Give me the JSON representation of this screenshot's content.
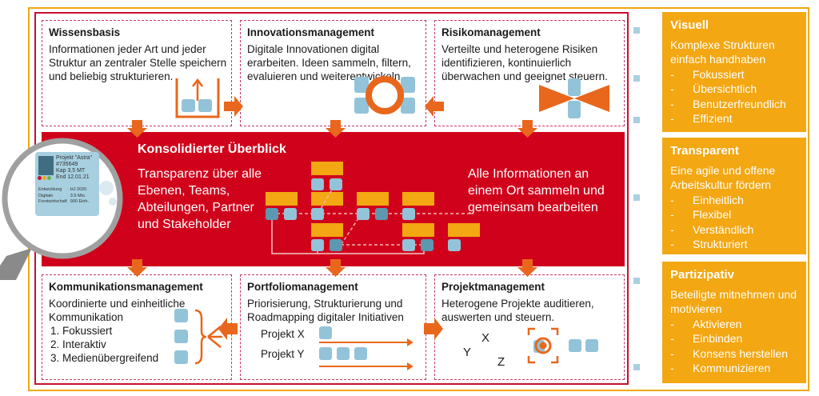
{
  "boxes": {
    "wissensbasis": {
      "title": "Wissensbasis",
      "text": "Informationen jeder Art und jeder Struktur an zentraler Stelle speichern und beliebig strukturieren."
    },
    "innovation": {
      "title": "Innovationsmanagement",
      "text": "Digitale Innovationen digital erarbeiten. Ideen sammeln, filtern, evaluieren und weiterentwickeln."
    },
    "risiko": {
      "title": "Risikomanagement",
      "text": "Verteilte und heterogene Risiken identifizieren, kontinuierlich überwachen und geeignet steuern."
    },
    "kommunikation": {
      "title": "Kommunikationsmanagement",
      "text": "Koordinierte und einheitliche Kommunikation",
      "items": [
        "1. Fokussiert",
        "2. Interaktiv",
        "3. Medienübergreifend"
      ]
    },
    "portfolio": {
      "title": "Portfoliomanagement",
      "text": "Priorisierung, Strukturierung und Roadmapping digitaler Initiativen",
      "project_x": "Projekt X",
      "project_y": "Projekt Y"
    },
    "projekt": {
      "title": "Projektmanagement",
      "text": "Heterogene Projekte auditieren, auswerten und steuern.",
      "x": "X",
      "y": "Y",
      "z": "Z"
    }
  },
  "band": {
    "title": "Konsolidierter Überblick",
    "left_text": "Transparenz über alle Ebenen, Teams, Abteilungen, Partner und Stakeholder",
    "right_text": "Alle Informationen an einem Ort sammeln und gemeinsam bearbeiten"
  },
  "card": {
    "name": "Projekt \"Astra\"",
    "id": "#735649",
    "kap": "Kap 3,5 MT",
    "end": "End 12.01.21",
    "rows": [
      [
        "Entwicklung",
        "HJ 2020"
      ],
      [
        "Digitale",
        "3.5 Mio."
      ],
      [
        "Forstwirtschaft",
        "900 Einh."
      ]
    ]
  },
  "side": [
    {
      "title": "Visuell",
      "text": "Komplexe Strukturen einfach handhaben",
      "items": [
        "Fokussiert",
        "Übersichtlich",
        "Benutzerfreundlich",
        "Effizient"
      ]
    },
    {
      "title": "Transparent",
      "text": "Eine agile und offene Arbeitskultur fördern",
      "items": [
        "Einheitlich",
        "Flexibel",
        "Verständlich",
        "Strukturiert"
      ]
    },
    {
      "title": "Partizipativ",
      "text": "Beteiligte mitnehmen und motivieren",
      "items": [
        "Aktivieren",
        "Einbinden",
        "Konsens herstellen",
        "Kommunizieren"
      ]
    }
  ],
  "colors": {
    "orange": "#e8671c",
    "yellow": "#f3a712",
    "red": "#d0021b",
    "blue": "#93c3d8"
  }
}
